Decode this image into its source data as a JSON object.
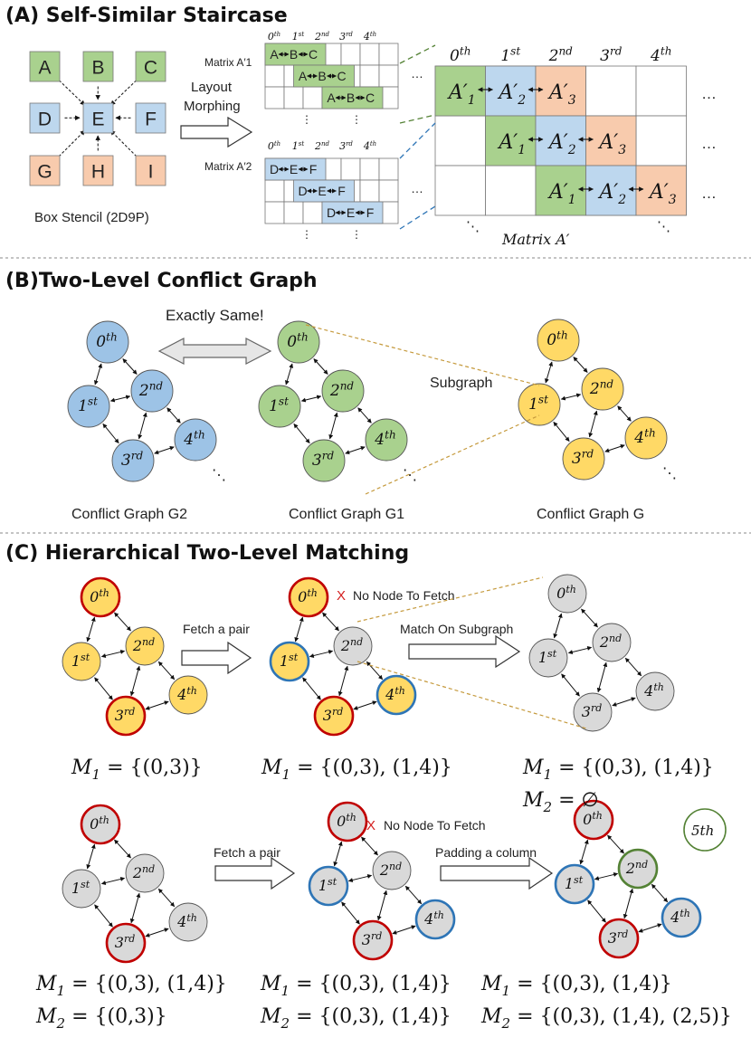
{
  "colors": {
    "green": "#a9d18e",
    "blue": "#bdd7ee",
    "orange": "#f8cbad",
    "yellow": "#ffd966",
    "gray": "#d9d9d9",
    "graphGreen": "#a9d18e",
    "graphBlue": "#9dc3e6",
    "redRing": "#c00000",
    "blueRing": "#2e75b6",
    "greenRing": "#548235",
    "dashGreen": "#548235",
    "dashBlue": "#2e75b6",
    "dashOrange": "#c59a3d"
  },
  "sectionA": {
    "title": "(A) Self-Similar Staircase",
    "stencil": {
      "caption": "Box Stencil (2D9P)",
      "cells": [
        "A",
        "B",
        "C",
        "D",
        "E",
        "F",
        "G",
        "H",
        "I"
      ]
    },
    "arrowLabel1": "Layout",
    "arrowLabel2": "Morphing",
    "matrix1Label": "Matrix A′1",
    "matrix2Label": "Matrix A′2",
    "colHeaders": [
      "0th",
      "1st",
      "2nd",
      "3rd",
      "4th"
    ],
    "rows1": [
      "A",
      "B",
      "C"
    ],
    "rows2": [
      "D",
      "E",
      "F"
    ],
    "bigCells": [
      "A′1",
      "A′2",
      "A′3"
    ],
    "bigCaption": "Matrix A′",
    "ellipsis": "…",
    "vdots": "⋱"
  },
  "sectionB": {
    "title": "(B)Two-Level Conflict Graph",
    "exactlySame": "Exactly Same!",
    "subgraph": "Subgraph",
    "g2": "Conflict Graph G2",
    "g1": "Conflict Graph G1",
    "g": "Conflict Graph G"
  },
  "sectionC": {
    "title": "(C) Hierarchical Two-Level Matching",
    "fetchPair": "Fetch a pair",
    "matchSub": "Match On Subgraph",
    "paddingCol": "Padding a column",
    "noNode": "No Node To Fetch",
    "xMark": "X",
    "extraNode": "5th",
    "row1Eqs": [
      [
        "M1 = {(0,3)}"
      ],
      [
        "M1 = {(0,3), (1,4)}"
      ],
      [
        "M1 = {(0,3), (1,4)}",
        "M2 = ∅"
      ]
    ],
    "row2Eqs": [
      [
        "M1 = {(0,3), (1,4)}",
        "M2 = {(0,3)}"
      ],
      [
        "M1 = {(0,3), (1,4)}",
        "M2 = {(0,3), (1,4)}"
      ],
      [
        "M1 = {(0,3), (1,4)}",
        "M2 = {(0,3), (1,4), (2,5)}"
      ]
    ]
  }
}
